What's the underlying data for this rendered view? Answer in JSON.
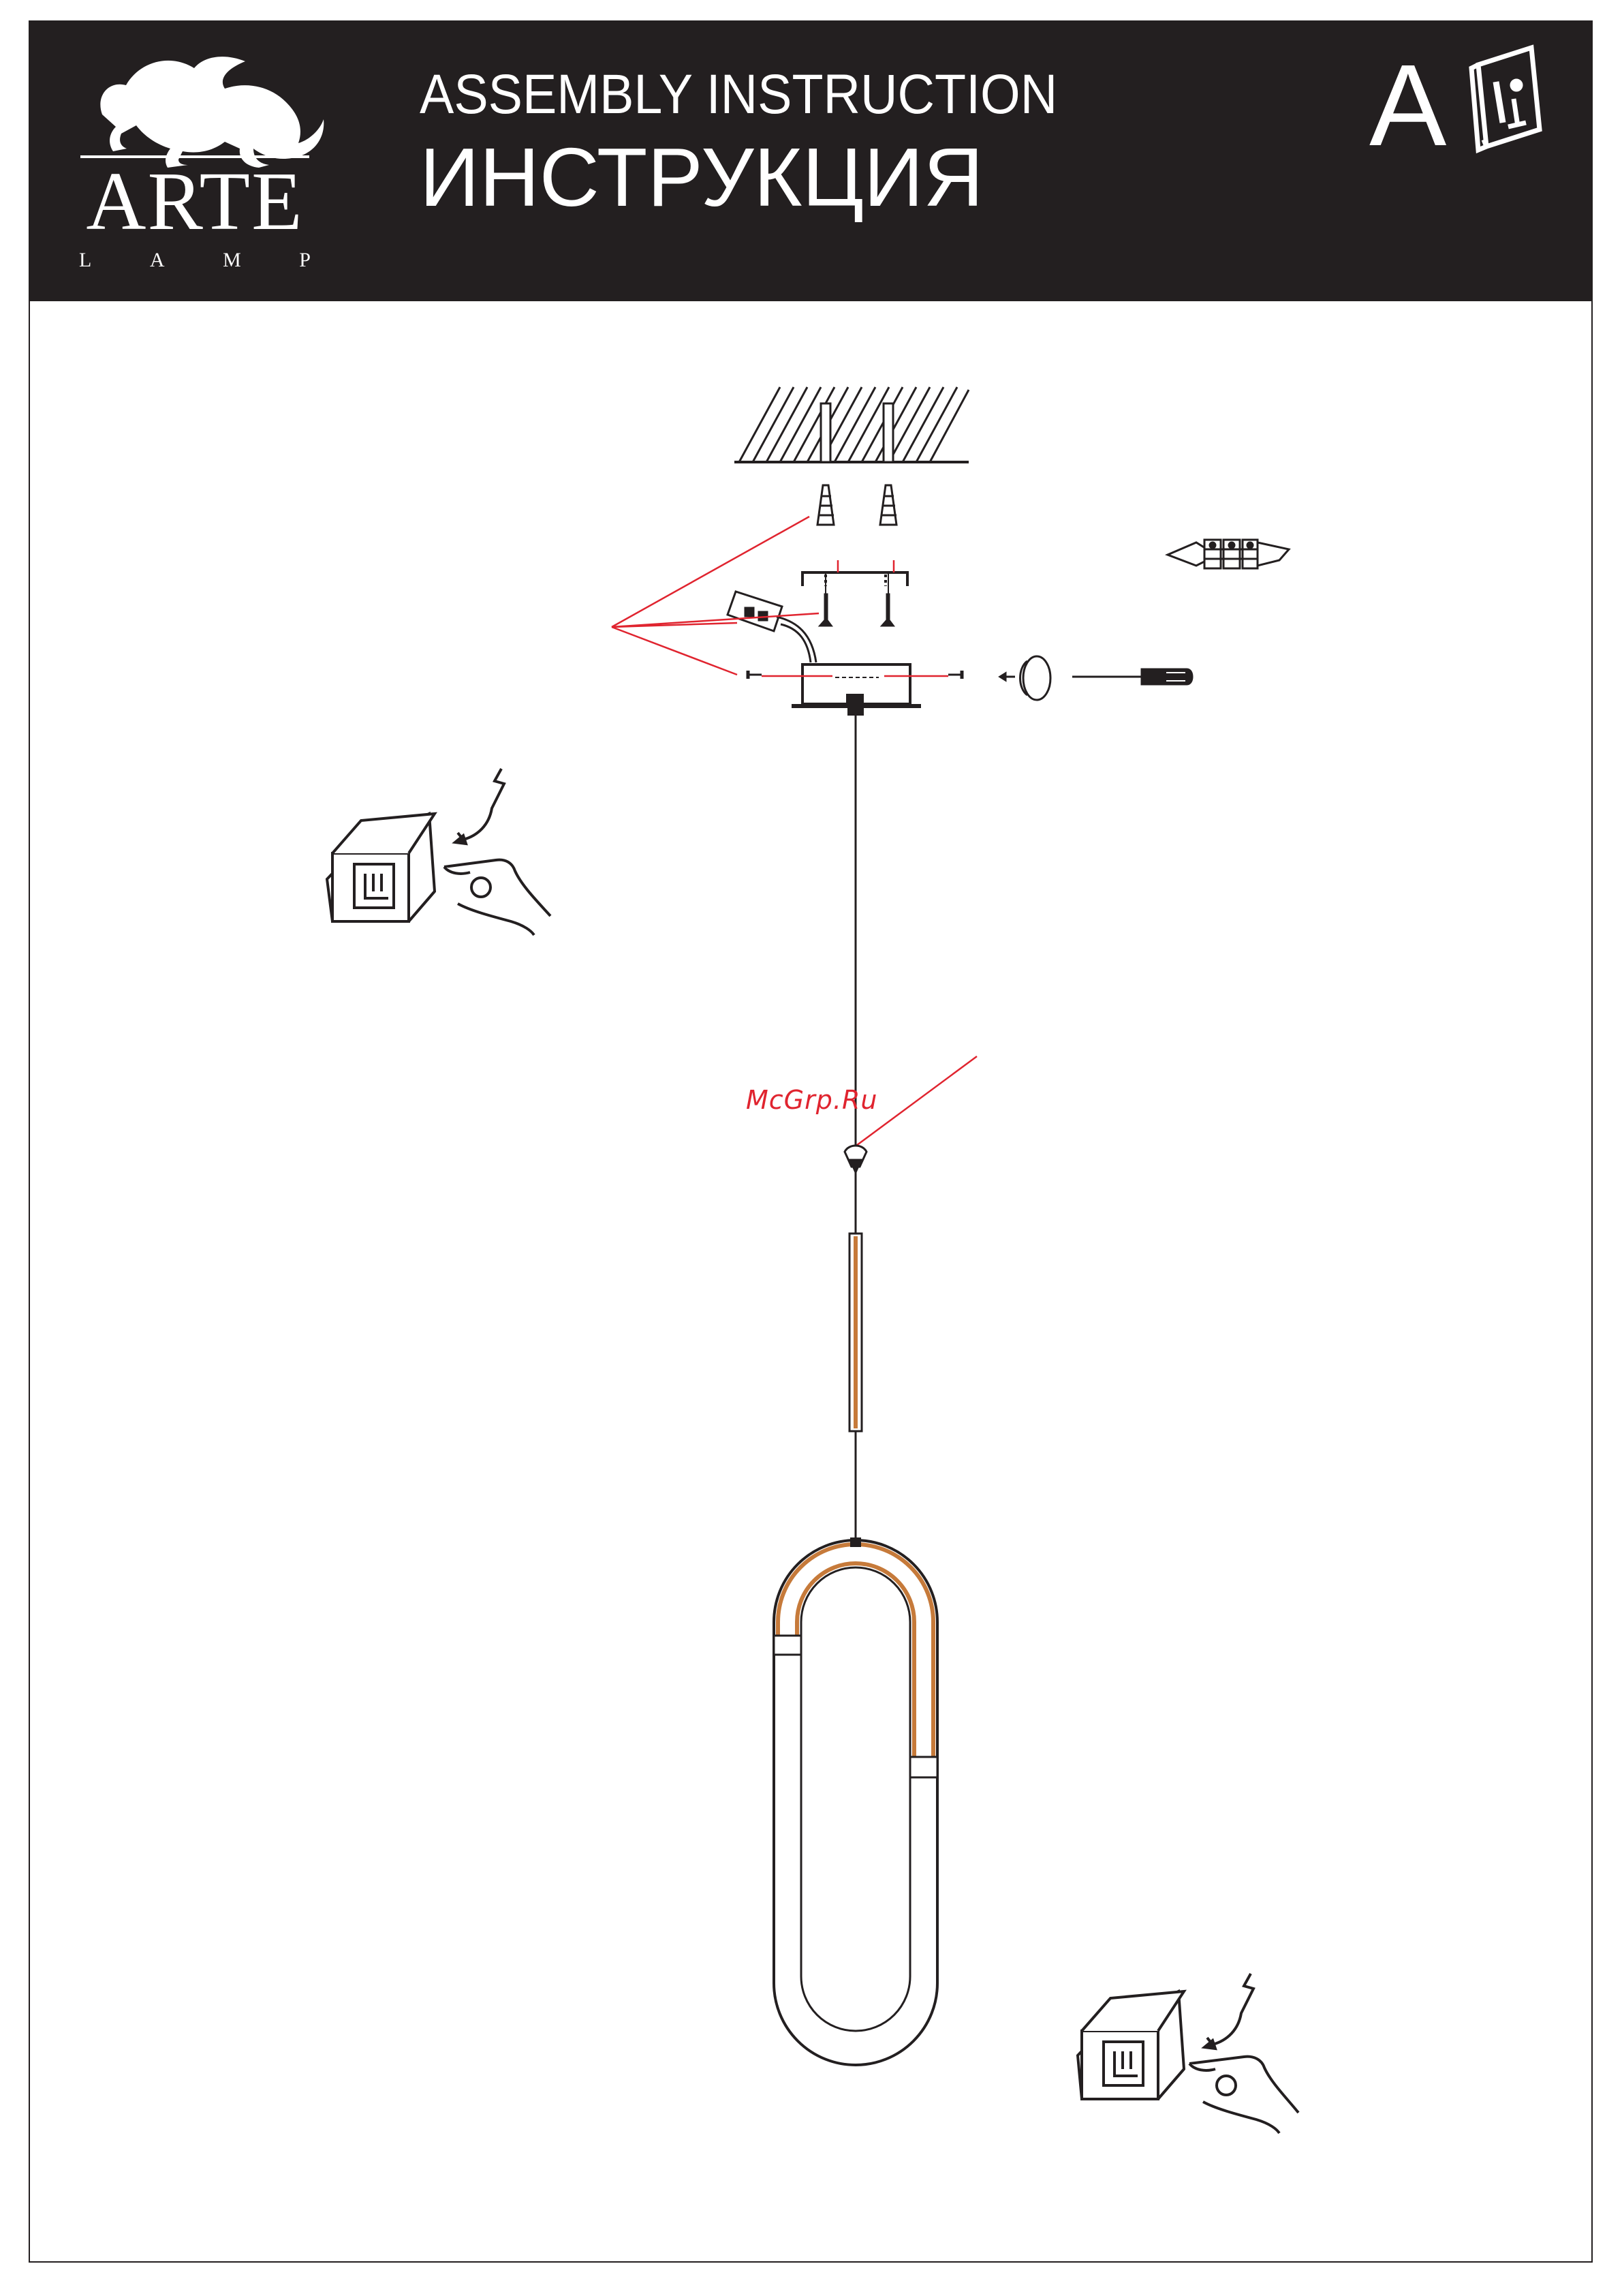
{
  "header": {
    "brand_name": "ARTE",
    "brand_sub": [
      "L",
      "A",
      "M",
      "P"
    ],
    "title_en": "ASSEMBLY  INSTRUCTION",
    "title_ru": "ИНСТРУКЦИЯ",
    "section_letter": "A"
  },
  "watermark": "McGrp.Ru",
  "icons": {
    "logo": "griffin-logo-icon",
    "manual": "instruction-manual-icon"
  },
  "colors": {
    "header_bg": "#231f20",
    "callout_red": "#e0242f",
    "copper": "#c67a3a",
    "line": "#231f20"
  }
}
